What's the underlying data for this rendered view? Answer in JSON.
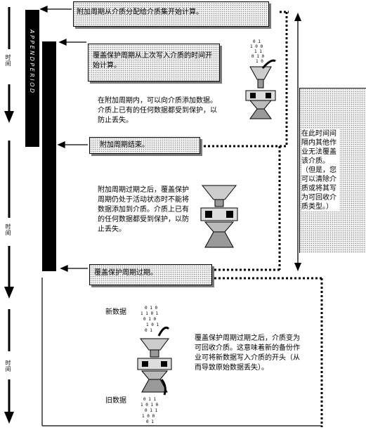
{
  "time_labels": [
    "时间",
    "时间",
    "时间"
  ],
  "append_period_label": "APPENDPERIOD",
  "callouts": {
    "start": "附加周期从介质分配给介质集开始计算。",
    "overwrite_start": "覆盖保护周期从上次写入介质的时间开始计算。",
    "append_end": "附加周期结束。",
    "overwrite_end": "覆盖保护周期过期。"
  },
  "descriptions": {
    "during_append": "在附加周期内，可以向介质添加数据。介质上已有的任何数据都受到保护，以防止丢失。",
    "after_append": "附加周期过期之后，覆盖保护周期仍处于活动状态时不能将数据添加到介质。介质上已有的任何数据都受到保护，以防止丢失。",
    "after_overwrite": "覆盖保护周期过期之后，介质变为可回收介质。这意味着新的备份作业可将新数据写入介质的开头（从而导致原始数据丢失）。",
    "side_note": "在此时间间隔内其他作业无法覆盖该介质。（但是，您可以清除介质或将其写为可回收介质类型。）"
  },
  "data_labels": {
    "new_data": "新数据",
    "old_data": "旧数据"
  },
  "binary_bits": "0 1 0 1 1 0 1 0 0 1 1 1 0 1 0 0 1 1 0 1"
}
